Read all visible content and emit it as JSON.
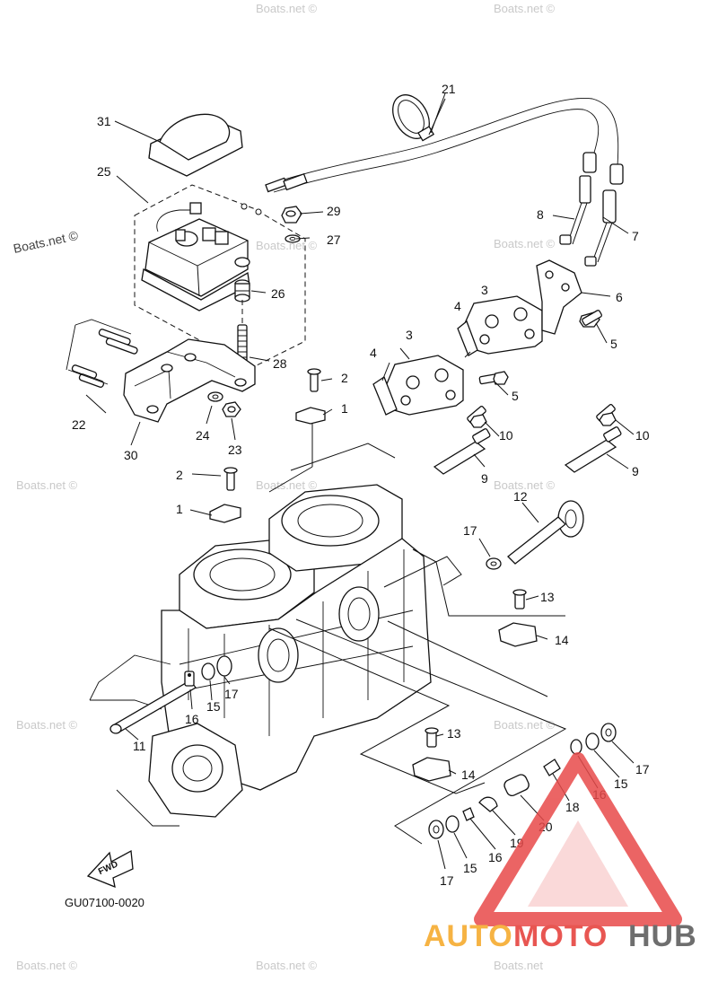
{
  "diagram": {
    "drawing_code": "GU07100-0020",
    "fwd_label": "FWD",
    "callouts": {
      "c1a": "1",
      "c1b": "1",
      "c2a": "2",
      "c2b": "2",
      "c3a": "3",
      "c3b": "3",
      "c4a": "4",
      "c4b": "4",
      "c5a": "5",
      "c5b": "5",
      "c6": "6",
      "c7": "7",
      "c8": "8",
      "c9a": "9",
      "c9b": "9",
      "c10a": "10",
      "c10b": "10",
      "c11": "11",
      "c12": "12",
      "c13a": "13",
      "c13b": "13",
      "c14a": "14",
      "c14b": "14",
      "c15a": "15",
      "c15b": "15",
      "c15c": "15",
      "c16a": "16",
      "c16b": "16",
      "c16c": "16",
      "c17a": "17",
      "c17b": "17",
      "c17c": "17",
      "c17d": "17",
      "c18": "18",
      "c19": "19",
      "c20": "20",
      "c21": "21",
      "c22": "22",
      "c23": "23",
      "c24": "24",
      "c25": "25",
      "c26": "26",
      "c27": "27",
      "c28": "28",
      "c29": "29",
      "c30": "30",
      "c31": "31"
    }
  },
  "watermarks": {
    "site": "Boats.net",
    "site_c": "Boats.net ©"
  },
  "logo": {
    "part1": "AUTO",
    "part2": "MOTO",
    "part3": "HUB",
    "colors": {
      "orange": "#f5a623",
      "red": "#e53935",
      "gray": "#555555",
      "triangle": "#e84a4a"
    }
  }
}
